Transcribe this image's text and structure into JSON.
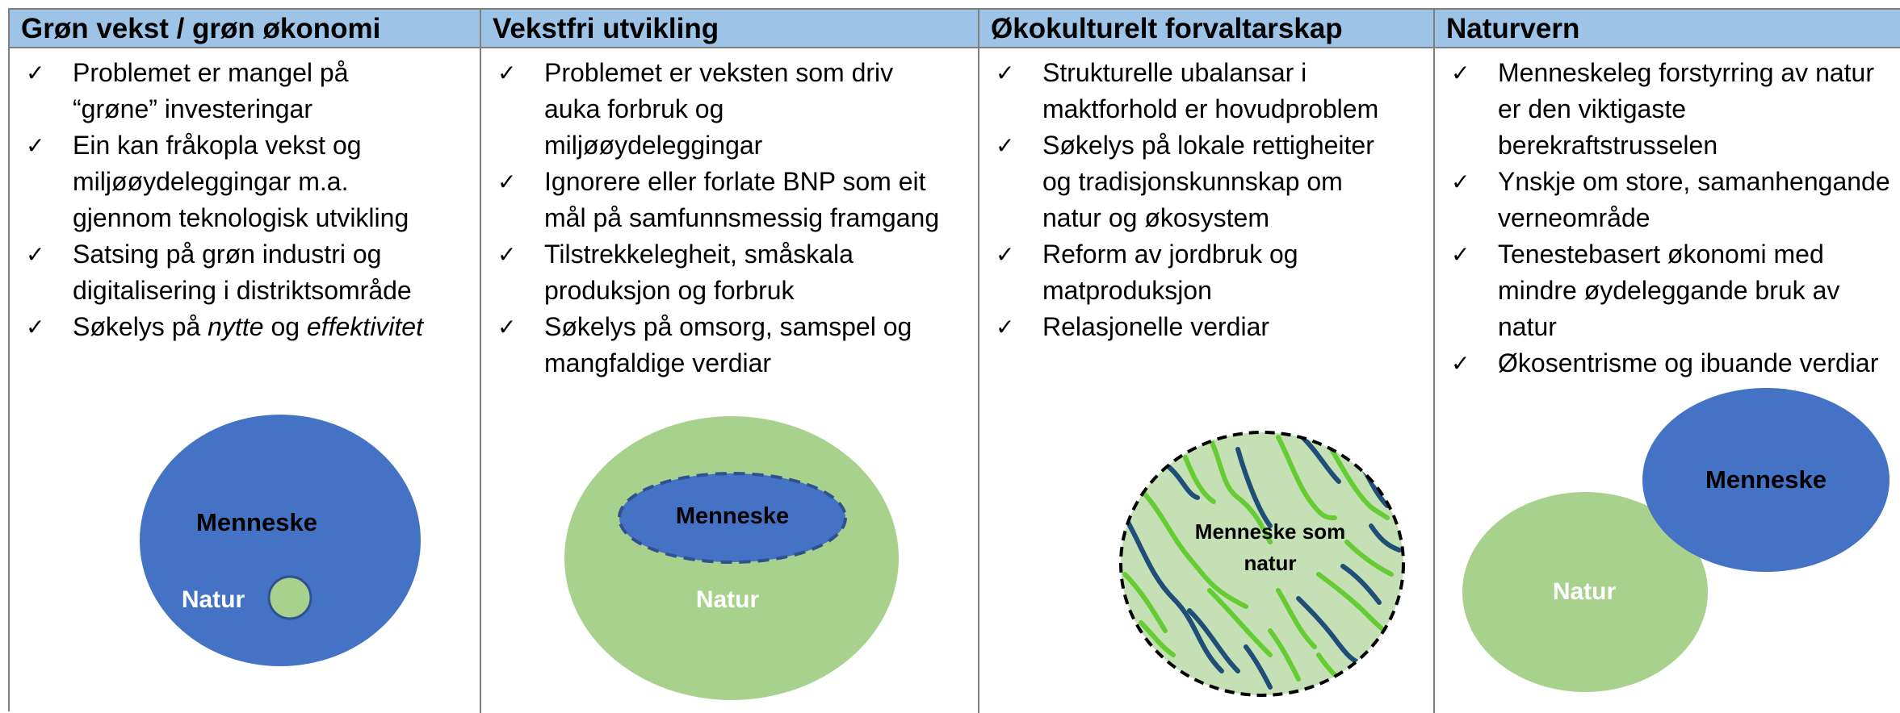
{
  "columns": [
    {
      "title": "Grøn vekst / grøn økonomi",
      "items": [
        {
          "lines": [
            "Problemet er mangel på",
            "“grøne” investeringar"
          ]
        },
        {
          "lines": [
            "Ein kan fråkopla vekst og",
            "miljøøydeleggingar m.a.",
            "gjennom teknologisk utvikling"
          ]
        },
        {
          "lines": [
            "Satsing på grøn industri og",
            "digitalisering i distriktsområde"
          ]
        },
        {
          "prefix": "Søkelys på ",
          "em1": "nytte",
          "mid": " og ",
          "em2": "effektivitet"
        }
      ],
      "figure": {
        "outer_label": "Menneske",
        "inner_label": "Natur"
      }
    },
    {
      "title": "Vekstfri utvikling",
      "items": [
        {
          "lines": [
            "Problemet er veksten som driv",
            "auka forbruk og",
            "miljøøydeleggingar"
          ]
        },
        {
          "lines": [
            "Ignorere eller forlate BNP som eit",
            "mål på samfunnsmessig framgang"
          ]
        },
        {
          "lines": [
            "Tilstrekkelegheit, småskala",
            "produksjon og forbruk"
          ]
        },
        {
          "lines": [
            "Søkelys på omsorg, samspel og",
            "mangfaldige verdiar"
          ]
        }
      ],
      "figure": {
        "inner_label": "Menneske",
        "outer_label": "Natur"
      }
    },
    {
      "title": "Økokulturelt forvaltarskap",
      "items": [
        {
          "lines": [
            "Strukturelle ubalansar i",
            "maktforhold er hovudproblem"
          ]
        },
        {
          "lines": [
            "Søkelys på lokale rettigheiter",
            "og tradisjonskunnskap om",
            "natur og økosystem"
          ]
        },
        {
          "lines": [
            "Reform av jordbruk og",
            "matproduksjon"
          ]
        },
        {
          "lines": [
            "Relasjonelle verdiar"
          ]
        }
      ],
      "figure": {
        "label_line1": "Menneske som",
        "label_line2": "natur"
      }
    },
    {
      "title": "Naturvern",
      "items": [
        {
          "lines": [
            "Menneskeleg forstyrring av natur",
            "er den viktigaste",
            "berekraftstrusselen"
          ]
        },
        {
          "lines": [
            "Ynskje om store, samanhengande",
            "verneområde"
          ]
        },
        {
          "lines": [
            "Tenestebasert økonomi med",
            "mindre øydeleggande bruk av",
            "natur"
          ]
        },
        {
          "lines": [
            "Økosentrisme og ibuande verdiar"
          ]
        }
      ],
      "figure": {
        "label_a": "Menneske",
        "label_b": "Natur"
      }
    }
  ],
  "colors": {
    "header_bg": "#9dc3e6",
    "menneske_blue": "#4472c4",
    "natur_green": "#a9d18e",
    "pale_green": "#c5e0b4",
    "line_green": "#66cc33",
    "line_navy": "#1f4e79",
    "border": "#7f7f7f"
  },
  "icons": {
    "check": "check-mark-icon"
  }
}
